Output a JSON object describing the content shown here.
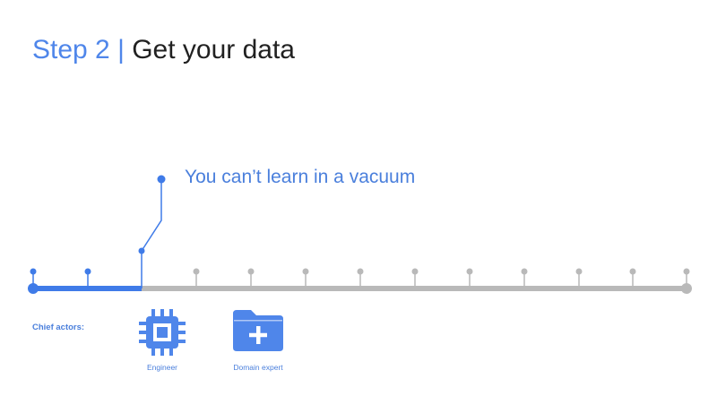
{
  "header": {
    "step": "Step 2",
    "separator": "|",
    "title": "Get your data"
  },
  "callout": {
    "text": "You can’t learn in a vacuum"
  },
  "timeline": {
    "total_ticks": 13,
    "completed_ticks": 3,
    "active_color": "#3f7be8",
    "inactive_color": "#b9b9b9"
  },
  "actors": {
    "label": "Chief actors:",
    "items": [
      {
        "name": "Engineer",
        "icon": "chip-icon"
      },
      {
        "name": "Domain expert",
        "icon": "folder-add-icon"
      }
    ]
  },
  "colors": {
    "accent": "#4f86ea",
    "heading": "#212121"
  }
}
